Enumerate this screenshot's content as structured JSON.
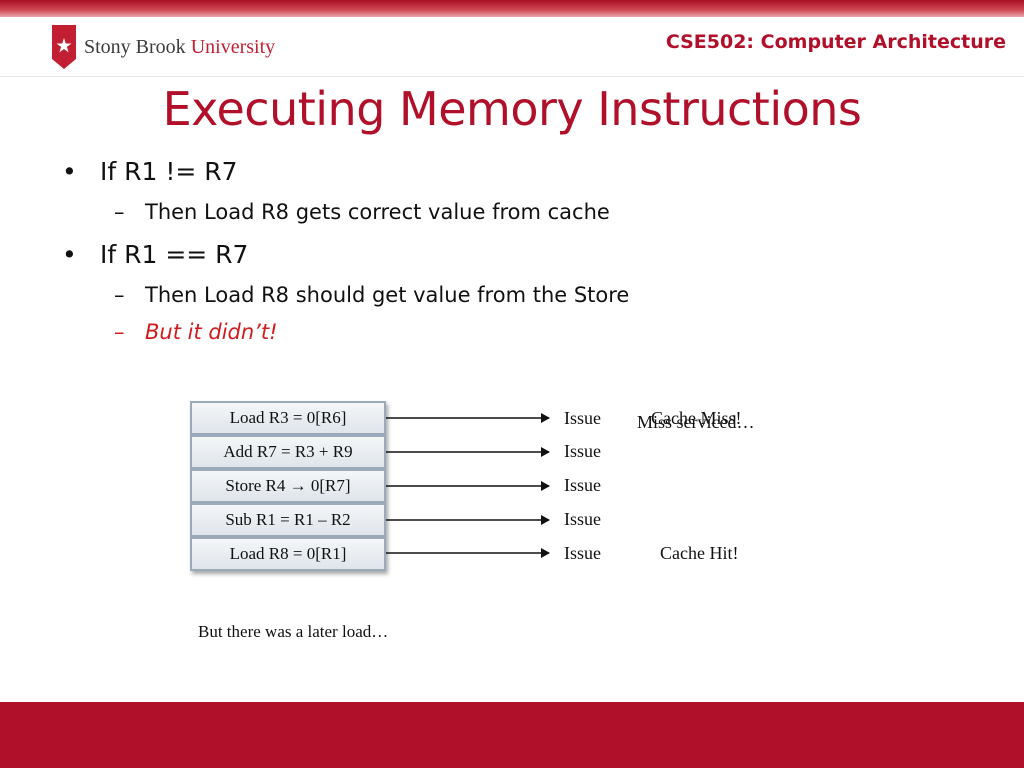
{
  "header": {
    "logo_word": "Stony Brook",
    "logo_university": "University",
    "course": "CSE502: Computer Architecture"
  },
  "slide": {
    "title": "Executing Memory Instructions",
    "bullets": [
      {
        "marker": "•",
        "text": "If R1 != R7"
      },
      {
        "marker": "–",
        "text": "Then Load R8 gets correct value from cache"
      },
      {
        "marker": "•",
        "text": "If R1 == R7"
      },
      {
        "marker": "–",
        "text": "Then Load R8 should get value from the Store"
      },
      {
        "marker": "–",
        "text": "But it didn’t!"
      }
    ]
  },
  "pipeline": {
    "instructions": [
      "Load R3 = 0[R6]",
      "Add R7 = R3 + R9",
      "Store R4 → 0[R7]",
      "Sub R1 = R1 – R2",
      "Load R8 = 0[R1]"
    ],
    "status": [
      "Issue",
      "Issue",
      "Issue",
      "Issue",
      "Issue"
    ],
    "notes": {
      "cache_miss": "Cache Miss!",
      "miss_serviced": "Miss serviced…",
      "cache_hit": "Cache Hit!"
    },
    "caption": "But there was a later load…"
  },
  "colors": {
    "brand_red": "#b0102a",
    "emphasis_red": "#d01c1c"
  }
}
